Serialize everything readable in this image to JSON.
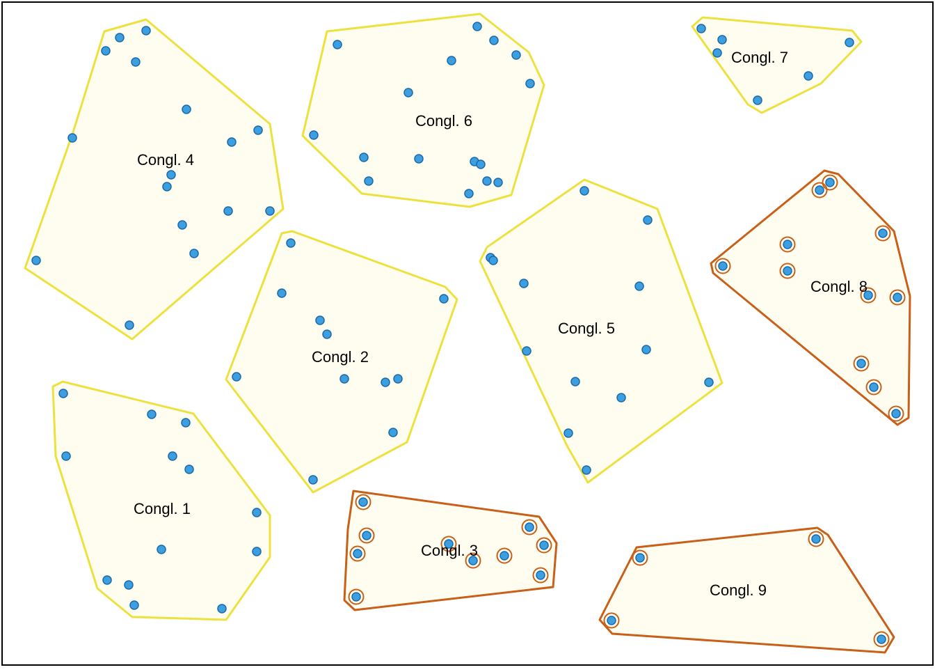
{
  "colors": {
    "background": "#ffffff",
    "border": "#000000",
    "cluster_fill": "#fffdf0",
    "hull_yellow": "#ece13f",
    "hull_orange": "#c8601a",
    "point_fill": "#3d9fe0",
    "point_stroke": "#1a6aa8",
    "ring_color": "#c8601a",
    "label_color": "#000000"
  },
  "clusters": [
    {
      "id": "c1",
      "label": "Congl. 1",
      "style": "yellow"
    },
    {
      "id": "c2",
      "label": "Congl. 2",
      "style": "yellow"
    },
    {
      "id": "c3",
      "label": "Congl. 3",
      "style": "orange"
    },
    {
      "id": "c4",
      "label": "Congl. 4",
      "style": "yellow"
    },
    {
      "id": "c5",
      "label": "Congl. 5",
      "style": "yellow"
    },
    {
      "id": "c6",
      "label": "Congl. 6",
      "style": "yellow"
    },
    {
      "id": "c7",
      "label": "Congl. 7",
      "style": "yellow"
    },
    {
      "id": "c8",
      "label": "Congl. 8",
      "style": "orange"
    },
    {
      "id": "c9",
      "label": "Congl. 9",
      "style": "orange"
    }
  ]
}
